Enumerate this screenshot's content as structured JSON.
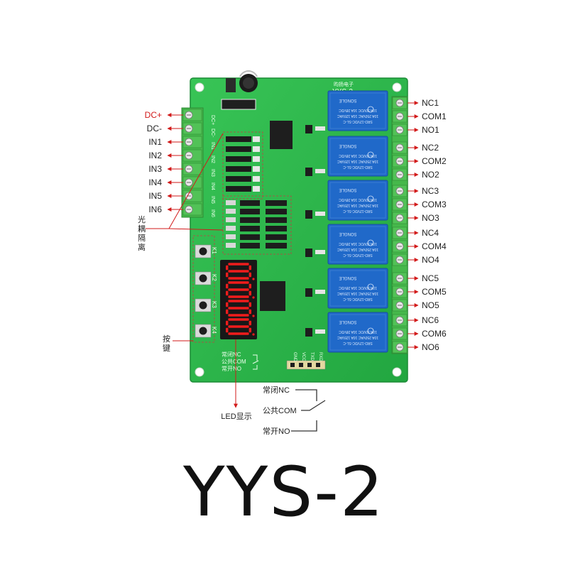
{
  "model": "YYS-2",
  "board_silk": {
    "brand": "昀扬电子",
    "model": "YYS-2",
    "legend_nc": "常闭NC",
    "legend_com": "公共COM",
    "legend_no": "常开NO",
    "input_pins": [
      "DC+",
      "DC-",
      "IN1",
      "IN2",
      "IN3",
      "IN4",
      "IN5",
      "IN6"
    ],
    "key_silks": [
      "K1",
      "K2",
      "K3",
      "K4"
    ],
    "header_pins": [
      "GND",
      "VCC",
      "TXD",
      "RXD"
    ]
  },
  "relay_marking": {
    "line1": "SRD-12VDC-SL-C",
    "line2": "10A 250VAC  10A 125VAC",
    "line3": "10A 30VDC  10A 28VDC",
    "brand": "SONGLE"
  },
  "left_labels": {
    "power": [
      {
        "text": "DC+",
        "color": "#d21a1a"
      },
      {
        "text": "DC-",
        "color": "#222222"
      }
    ],
    "inputs": [
      "IN1",
      "IN2",
      "IN3",
      "IN4",
      "IN5",
      "IN6"
    ],
    "optocoupler": "光耦隔离",
    "keys": "按键"
  },
  "right_labels": {
    "relays": [
      [
        "NC1",
        "COM1",
        "NO1"
      ],
      [
        "NC2",
        "COM2",
        "NO2"
      ],
      [
        "NC3",
        "COM3",
        "NO3"
      ],
      [
        "NC4",
        "COM4",
        "NO4"
      ],
      [
        "NC5",
        "COM5",
        "NO5"
      ],
      [
        "NC6",
        "COM6",
        "NO6"
      ]
    ]
  },
  "bottom_labels": {
    "led_display": "LED显示",
    "contact_nc": "常闭NC",
    "contact_com": "公共COM",
    "contact_no": "常开NO"
  },
  "display": {
    "digits": [
      "8",
      "8",
      "8",
      "8"
    ]
  },
  "colors": {
    "pcb": "#2db84b",
    "terminal": "#46b84b",
    "relay": "#1f66c9",
    "display": "#e01818",
    "annotation": "#d21a1a"
  }
}
